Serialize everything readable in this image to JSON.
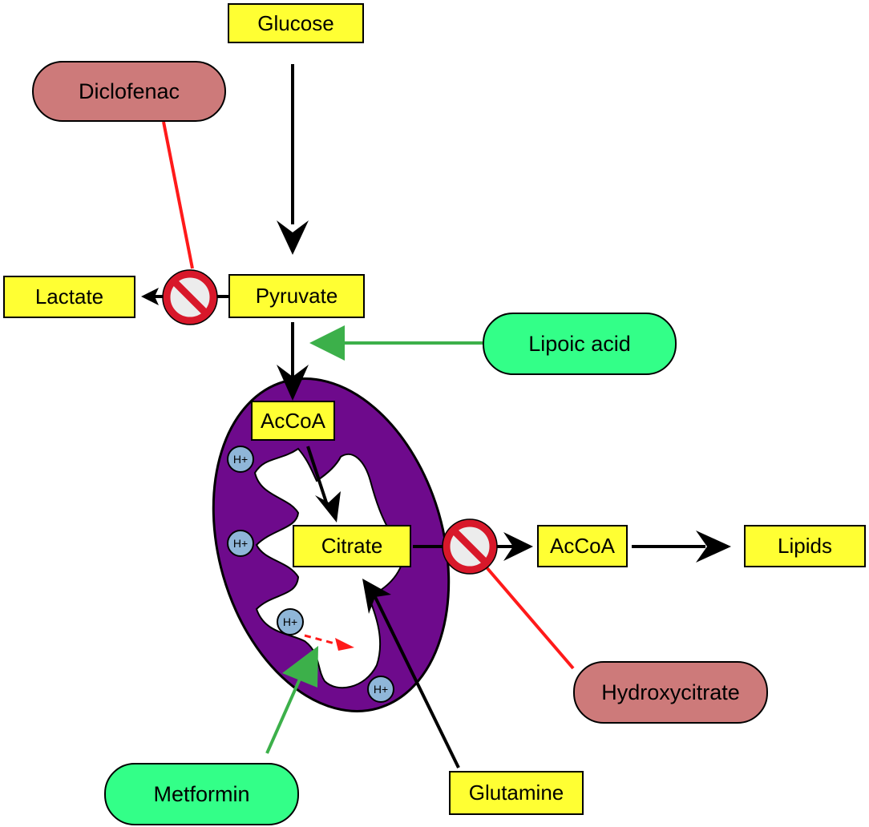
{
  "metabolites": {
    "glucose": "Glucose",
    "pyruvate": "Pyruvate",
    "lactate": "Lactate",
    "accoa_mito": "AcCoA",
    "citrate": "Citrate",
    "accoa_cyto": "AcCoA",
    "lipids": "Lipids",
    "glutamine": "Glutamine"
  },
  "inhibitors": {
    "diclofenac": "Diclofenac",
    "hydroxycitrate": "Hydroxycitrate"
  },
  "activators": {
    "lipoic_acid": "Lipoic acid",
    "metformin": "Metformin"
  },
  "proton_label": "H+",
  "colors": {
    "metabolite_fill": "#ffff33",
    "inhibitor_fill": "#cd7a7a",
    "activator_fill": "#33ff88",
    "mitochondrion": "#6e0a8c",
    "inhibition_line": "#ff1a1a",
    "activation_line": "#3cb04a",
    "proton_fill": "#8fb6d8"
  }
}
